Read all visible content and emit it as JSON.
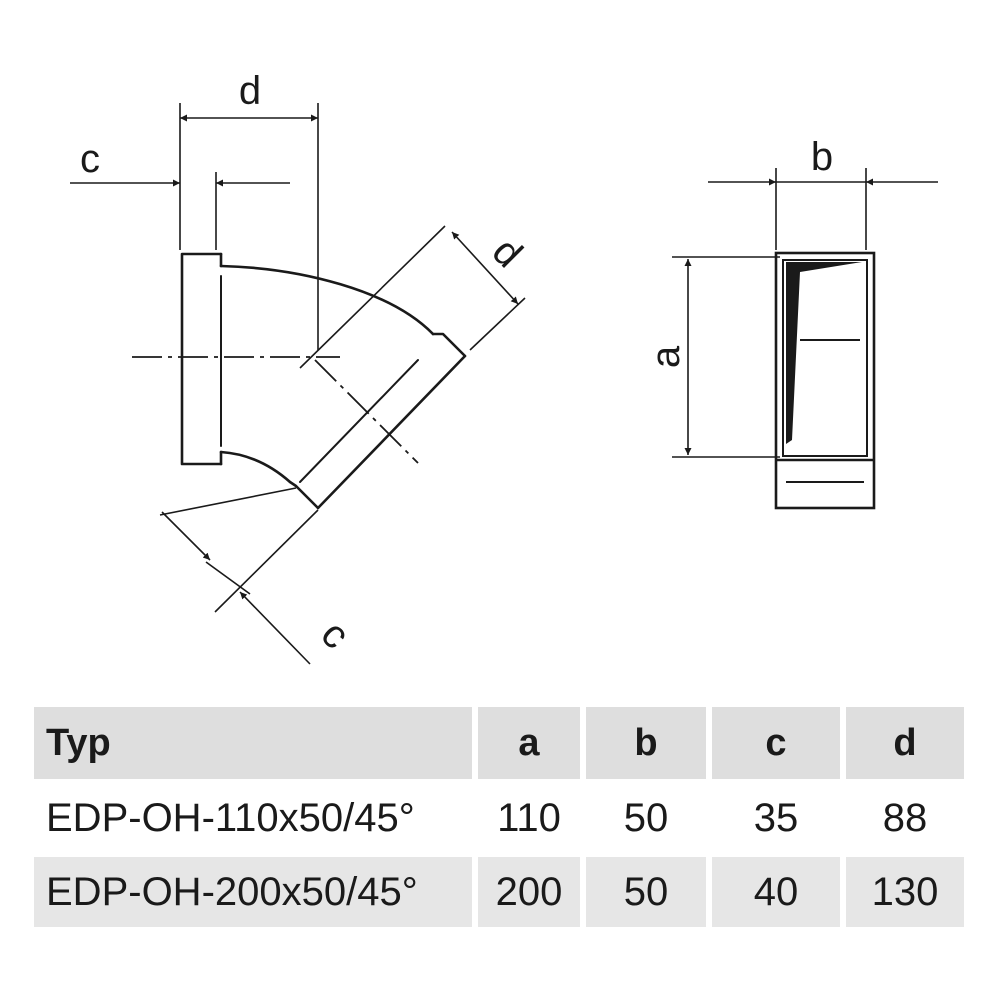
{
  "drawing": {
    "elbow_labels": {
      "width_top": "d",
      "width_diag": "d",
      "collar_top": "c",
      "collar_diag": "c"
    },
    "section_labels": {
      "height": "a",
      "width": "b"
    }
  },
  "table": {
    "headers": [
      "Typ",
      "a",
      "b",
      "c",
      "d"
    ],
    "rows": [
      [
        "EDP-OH-110x50/45°",
        "110",
        "50",
        "35",
        "88"
      ],
      [
        "EDP-OH-200x50/45°",
        "200",
        "50",
        "40",
        "130"
      ]
    ]
  }
}
